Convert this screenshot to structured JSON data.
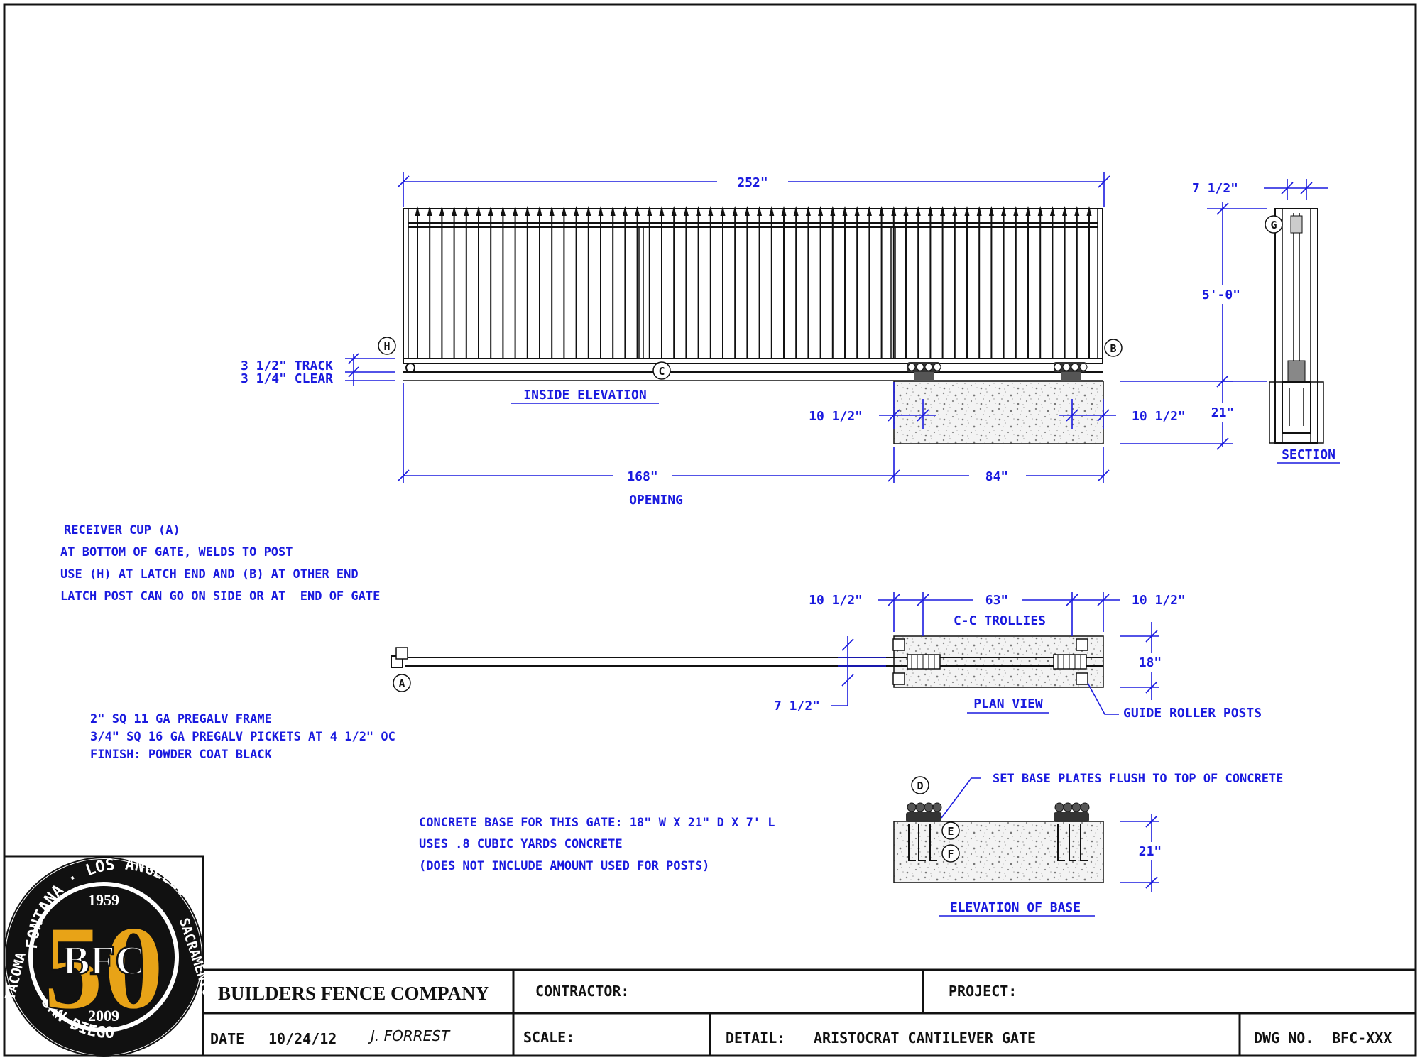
{
  "elevation": {
    "overall_length": "252\"",
    "label": "INSIDE ELEVATION",
    "track": "3 1/2\" TRACK",
    "clear": "3 1/4\" CLEAR",
    "offset_left": "10 1/2\"",
    "offset_right": "10 1/2\"",
    "opening_length": "168\"",
    "opening_label": "OPENING",
    "tail_length": "84\"",
    "callout_h": "H",
    "callout_b": "B",
    "callout_c": "C"
  },
  "section": {
    "top_dim": "7 1/2\"",
    "height": "5'-0\"",
    "depth": "21\"",
    "label": "SECTION",
    "callout_g": "G"
  },
  "notes": {
    "receiver": [
      "RECEIVER CUP (A)",
      "AT BOTTOM OF GATE, WELDS TO POST",
      "USE (H) AT LATCH END AND (B) AT OTHER END",
      "LATCH POST CAN GO ON SIDE OR AT  END OF GATE"
    ],
    "materials": [
      "2\" SQ 11 GA PREGALV FRAME",
      "3/4\" SQ 16 GA PREGALV PICKETS AT 4 1/2\" OC",
      "FINISH: POWDER COAT BLACK"
    ],
    "concrete": [
      "CONCRETE BASE FOR THIS GATE: 18\" W X 21\" D X 7' L",
      "USES .8 CUBIC YARDS CONCRETE",
      "(DOES NOT INCLUDE AMOUNT USED FOR POSTS)"
    ]
  },
  "plan": {
    "left_offset": "10 1/2\"",
    "trolley_spacing": "63\"",
    "right_offset": "10 1/2\"",
    "trolley_label": "C-C TROLLIES",
    "width": "18\"",
    "track_offset": "7 1/2\"",
    "label": "PLAN VIEW",
    "guide_label": "GUIDE ROLLER POSTS",
    "callout_a": "A"
  },
  "base": {
    "note": "SET BASE PLATES FLUSH TO TOP OF CONCRETE",
    "depth": "21\"",
    "label": "ELEVATION OF BASE",
    "callout_d": "D",
    "callout_e": "E",
    "callout_f": "F"
  },
  "logo": {
    "top_text": "FONTANA · LOS ANGELES ·",
    "right_text": "SACRAMENTO",
    "bottom_text": "SAN DIEGO",
    "left_text": "TACOMA",
    "year_start": "1959",
    "big_number": "50",
    "initials": "BFC",
    "year_end": "2009"
  },
  "title_block": {
    "company": "BUILDERS FENCE COMPANY",
    "contractor_label": "CONTRACTOR:",
    "project_label": "PROJECT:",
    "date_label": "DATE",
    "date_value": "10/24/12",
    "drafter": "J. FORREST",
    "scale_label": "SCALE:",
    "detail_label": "DETAIL:",
    "detail_value": "ARISTOCRAT CANTILEVER GATE",
    "dwg_label": "DWG NO.",
    "dwg_value": "BFC-XXX"
  },
  "colors": {
    "dimension": "#1a1adf",
    "linework": "#111111",
    "logo_gold": "#e8a317",
    "logo_black": "#111111"
  }
}
